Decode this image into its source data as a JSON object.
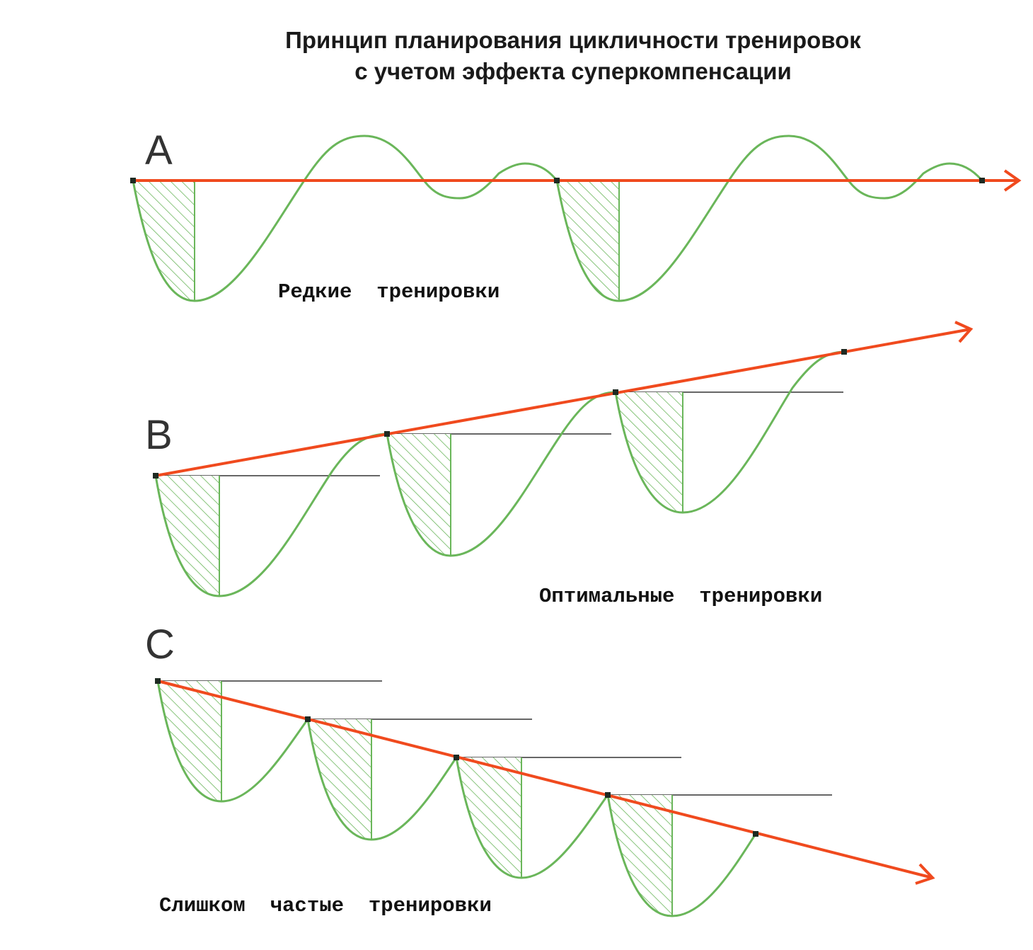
{
  "title": {
    "line1": "Принцип планирования цикличности тренировок",
    "line2": "с учетом эффекта суперкомпенсации"
  },
  "panels": [
    {
      "letter": "A",
      "caption": "Редкие  тренировки"
    },
    {
      "letter": "B",
      "caption": "Оптимальные  тренировки"
    },
    {
      "letter": "C",
      "caption": "Слишком  частые  тренировки"
    }
  ],
  "colors": {
    "curve": "#6ab65a",
    "trend": "#f04a1e",
    "marker": "#1e2a22"
  }
}
